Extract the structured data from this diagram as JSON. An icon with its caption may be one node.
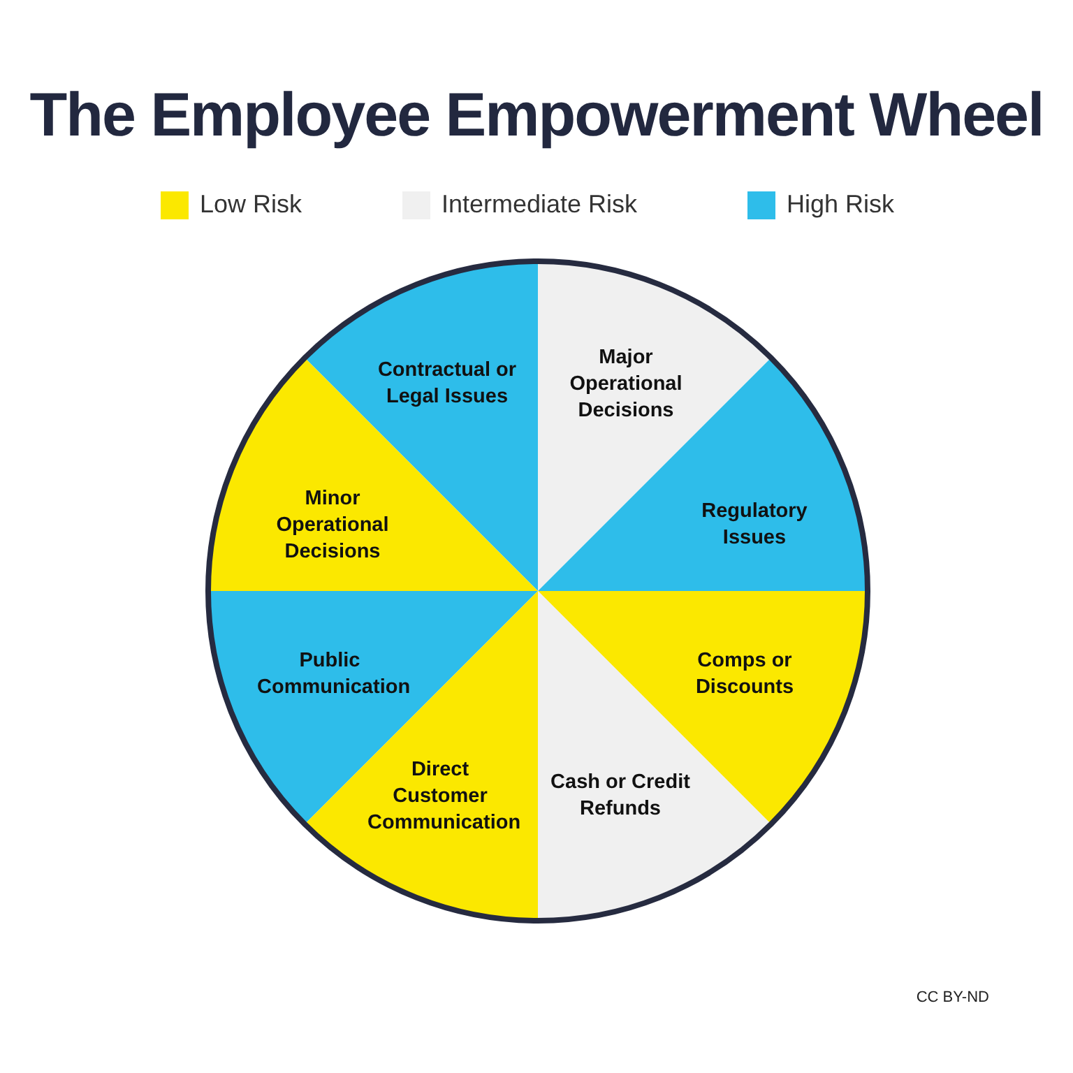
{
  "diagram": {
    "title": "The Employee Empowerment Wheel",
    "nodes": [
      {
        "text": [
          "Contractual or Legal Issues"
        ]
      },
      {
        "text": [
          "Major Operational Decisions"
        ]
      },
      {
        "text": [
          "Minor Operational Decisions"
        ]
      },
      {
        "text": [
          "Regulatory Issues"
        ]
      },
      {
        "text": [
          "Public Communication"
        ]
      },
      {
        "text": [
          "Comps or Discounts"
        ]
      },
      {
        "text": [
          "Direct Customer Communication"
        ]
      },
      {
        "text": [
          "Cash or Credit Refunds"
        ]
      }
    ],
    "labels": [
      "CC BY-ND"
    ],
    "legend": [
      {
        "text": "Low Risk",
        "color": "#fbe800"
      },
      {
        "text": "Intermediate Risk",
        "color": "#f0f0f0"
      },
      {
        "text": "High Risk",
        "color": "#2ebdea"
      }
    ]
  }
}
